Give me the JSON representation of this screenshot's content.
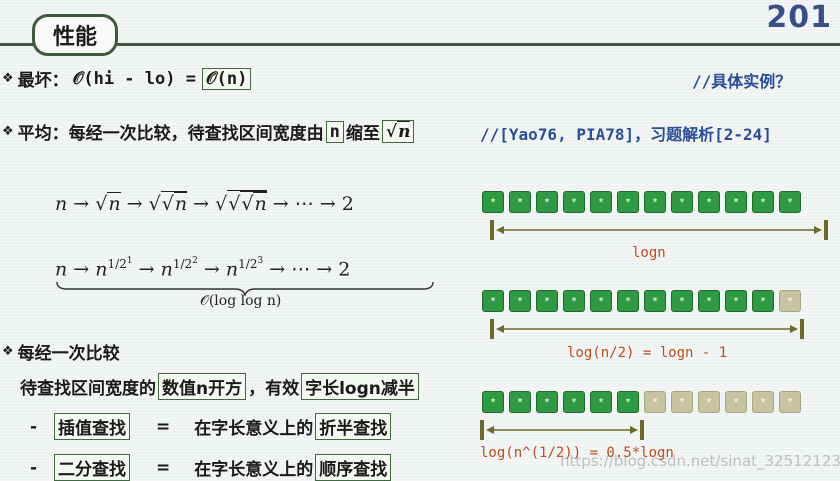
{
  "header": {
    "title": "性能",
    "slide_number": "201"
  },
  "worst": {
    "bullet": "❖",
    "label": "最坏：",
    "expr1": "𝒪(hi - lo) =",
    "expr2": "𝒪(n)",
    "comment": "//具体实例？"
  },
  "average": {
    "bullet": "❖",
    "label": "平均：每经一次比较，待查找区间宽度由",
    "n": "n",
    "mid": "缩至",
    "sqrt_n": "n",
    "comment": "//[Yao76, PIA78]，习题解析[2-24]"
  },
  "math": {
    "n": "n",
    "arrow": "→",
    "dots": "⋯",
    "two": "2",
    "exp1": "1/2",
    "sup1": "1",
    "sup2": "2",
    "sup3": "3",
    "complexity": "𝒪(log log n)"
  },
  "section2": {
    "bullet": "❖",
    "label": "每经一次比较",
    "line2_pre": "待查找区间宽度的",
    "line2_box1": "数值n开方",
    "line2_mid": "，有效",
    "line2_box2": "字长logn减半",
    "row1_dash": "-",
    "row1_box": "插值查找",
    "row1_eq": "=",
    "row1_text": "在字长意义上的",
    "row1_box2": "折半查找",
    "row2_dash": "-",
    "row2_box": "二分查找",
    "row2_eq": "=",
    "row2_text": "在字长意义上的",
    "row2_box2": "顺序查找"
  },
  "diagram": {
    "cell_glyph": "*",
    "label1": "logn",
    "label2": "log(n/2) = logn - 1",
    "label3": "log(n^(1/2)) = 0.5*logn",
    "row_states": [
      [
        1,
        1,
        1,
        1,
        1,
        1,
        1,
        1,
        1,
        1,
        1,
        1
      ],
      [
        1,
        1,
        1,
        1,
        1,
        1,
        1,
        1,
        1,
        1,
        1,
        0
      ],
      [
        1,
        1,
        1,
        1,
        1,
        1,
        0,
        0,
        0,
        0,
        0,
        0
      ]
    ],
    "colors": {
      "active": "#2e9a44",
      "inactive": "#c8c4a2",
      "bracket": "#6d6a2a",
      "label": "#c04a20"
    }
  },
  "watermark": "https://blog.csdn.net/sinat_32512123"
}
